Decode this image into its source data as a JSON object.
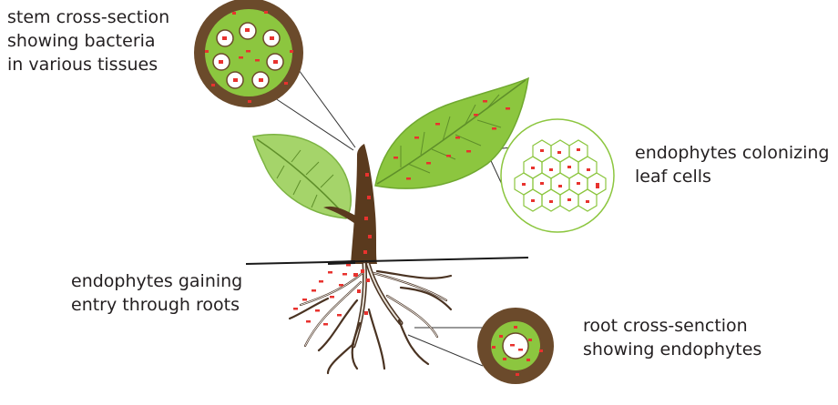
{
  "labels": {
    "stem": "stem cross-section\nshowing bacteria\nin various tissues",
    "leaf": "endophytes colonizing\nleaf cells",
    "roots": "endophytes gaining\nentry through roots",
    "root": "root cross-senction\nshowing endophytes"
  },
  "colors": {
    "stem_brown": "#5a3a1e",
    "bark_brown": "#6b4a2b",
    "leaf_green": "#8cc63f",
    "leaf_light": "#a5d46a",
    "vein": "#5f8f2a",
    "bacteria_red": "#e8322e",
    "soil_line": "#1a1a1a",
    "root_brown": "#4a3322",
    "cell_outline": "#8cc63f",
    "pointer_line": "#333333"
  }
}
